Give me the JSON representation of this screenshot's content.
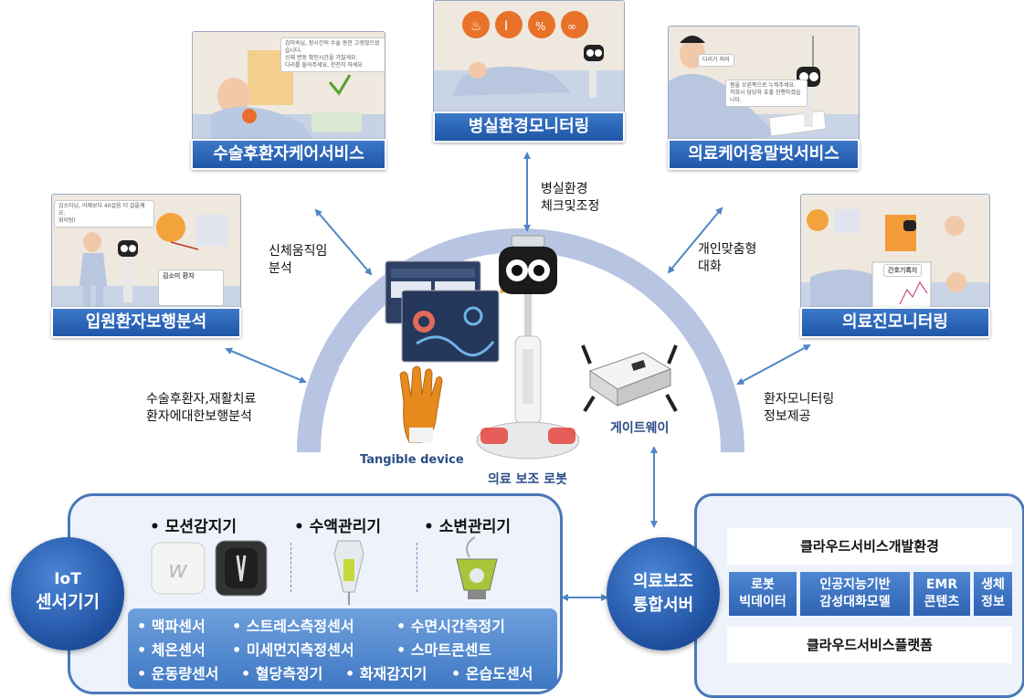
{
  "services": [
    {
      "key": "walk",
      "label": "입원환자보행분석"
    },
    {
      "key": "postop",
      "label": "수술후환자케어서비스"
    },
    {
      "key": "ward",
      "label": "병실환경모니터링"
    },
    {
      "key": "talk",
      "label": "의료케어용말벗서비스"
    },
    {
      "key": "staff",
      "label": "의료진모니터링"
    }
  ],
  "connectors": {
    "motion": [
      "신체움직임",
      "분석"
    ],
    "walk_analysis": [
      "수술후환자,재활치료",
      "환자에대한보행분석"
    ],
    "ward_check": [
      "병실환경",
      "체크및조정"
    ],
    "custom_talk": [
      "개인맞춤형",
      "대화"
    ],
    "patient_monitor": [
      "환자모니터링",
      "정보제공"
    ]
  },
  "center": {
    "tangible": "Tangible device",
    "robot": "의료 보조 로봇",
    "gateway": "게이트웨이"
  },
  "iot": {
    "circle": [
      "IoT",
      "센서기기"
    ],
    "devices": [
      "• 모션감지기",
      "• 수액관리기",
      "• 소변관리기"
    ],
    "sensors": [
      [
        "• 맥파센서",
        "• 스트레스측정센서",
        "• 수면시간측정기"
      ],
      [
        "• 체온센서",
        "• 미세먼지측정센서",
        "• 스마트콘센트"
      ],
      [
        "• 운동량센서",
        "• 혈당측정기",
        "• 화재감지기",
        "• 온습도센서"
      ]
    ]
  },
  "server": {
    "circle": [
      "의료보조",
      "통합서버"
    ],
    "dev_env": "클라우드서비스개발환경",
    "cells": [
      [
        "로봇",
        "빅데이터"
      ],
      [
        "인공지능기반",
        "감성대화모델"
      ],
      [
        "EMR",
        "콘텐츠"
      ],
      [
        "생체",
        "정보"
      ]
    ],
    "platform": "클라우드서비스플랫폼"
  },
  "scene_text": {
    "postop_bubble": [
      "김미숙님, 장시간의 수술 동안 고생많으셨습니다.",
      "신체 변동 확인시간을 가질게요.",
      "다리를 들어주세요, 천천히 하세요"
    ],
    "talk_bubble1": "다리가 저려",
    "talk_bubble2": [
      "몸을 오른쪽으로 누워주세요.",
      "저희시 담당자 호출 진행하겠습니다."
    ],
    "walk_bubble": [
      "김소미님, 어제보다 40걸음 더 걸을께요.",
      "화이팅!"
    ],
    "walk_card_title": "김소미 환자",
    "staff_card_title": "간호기록지"
  },
  "colors": {
    "accent": "#2b62b3",
    "arc": "#b7c5e2",
    "arrow": "#4f86c6"
  }
}
